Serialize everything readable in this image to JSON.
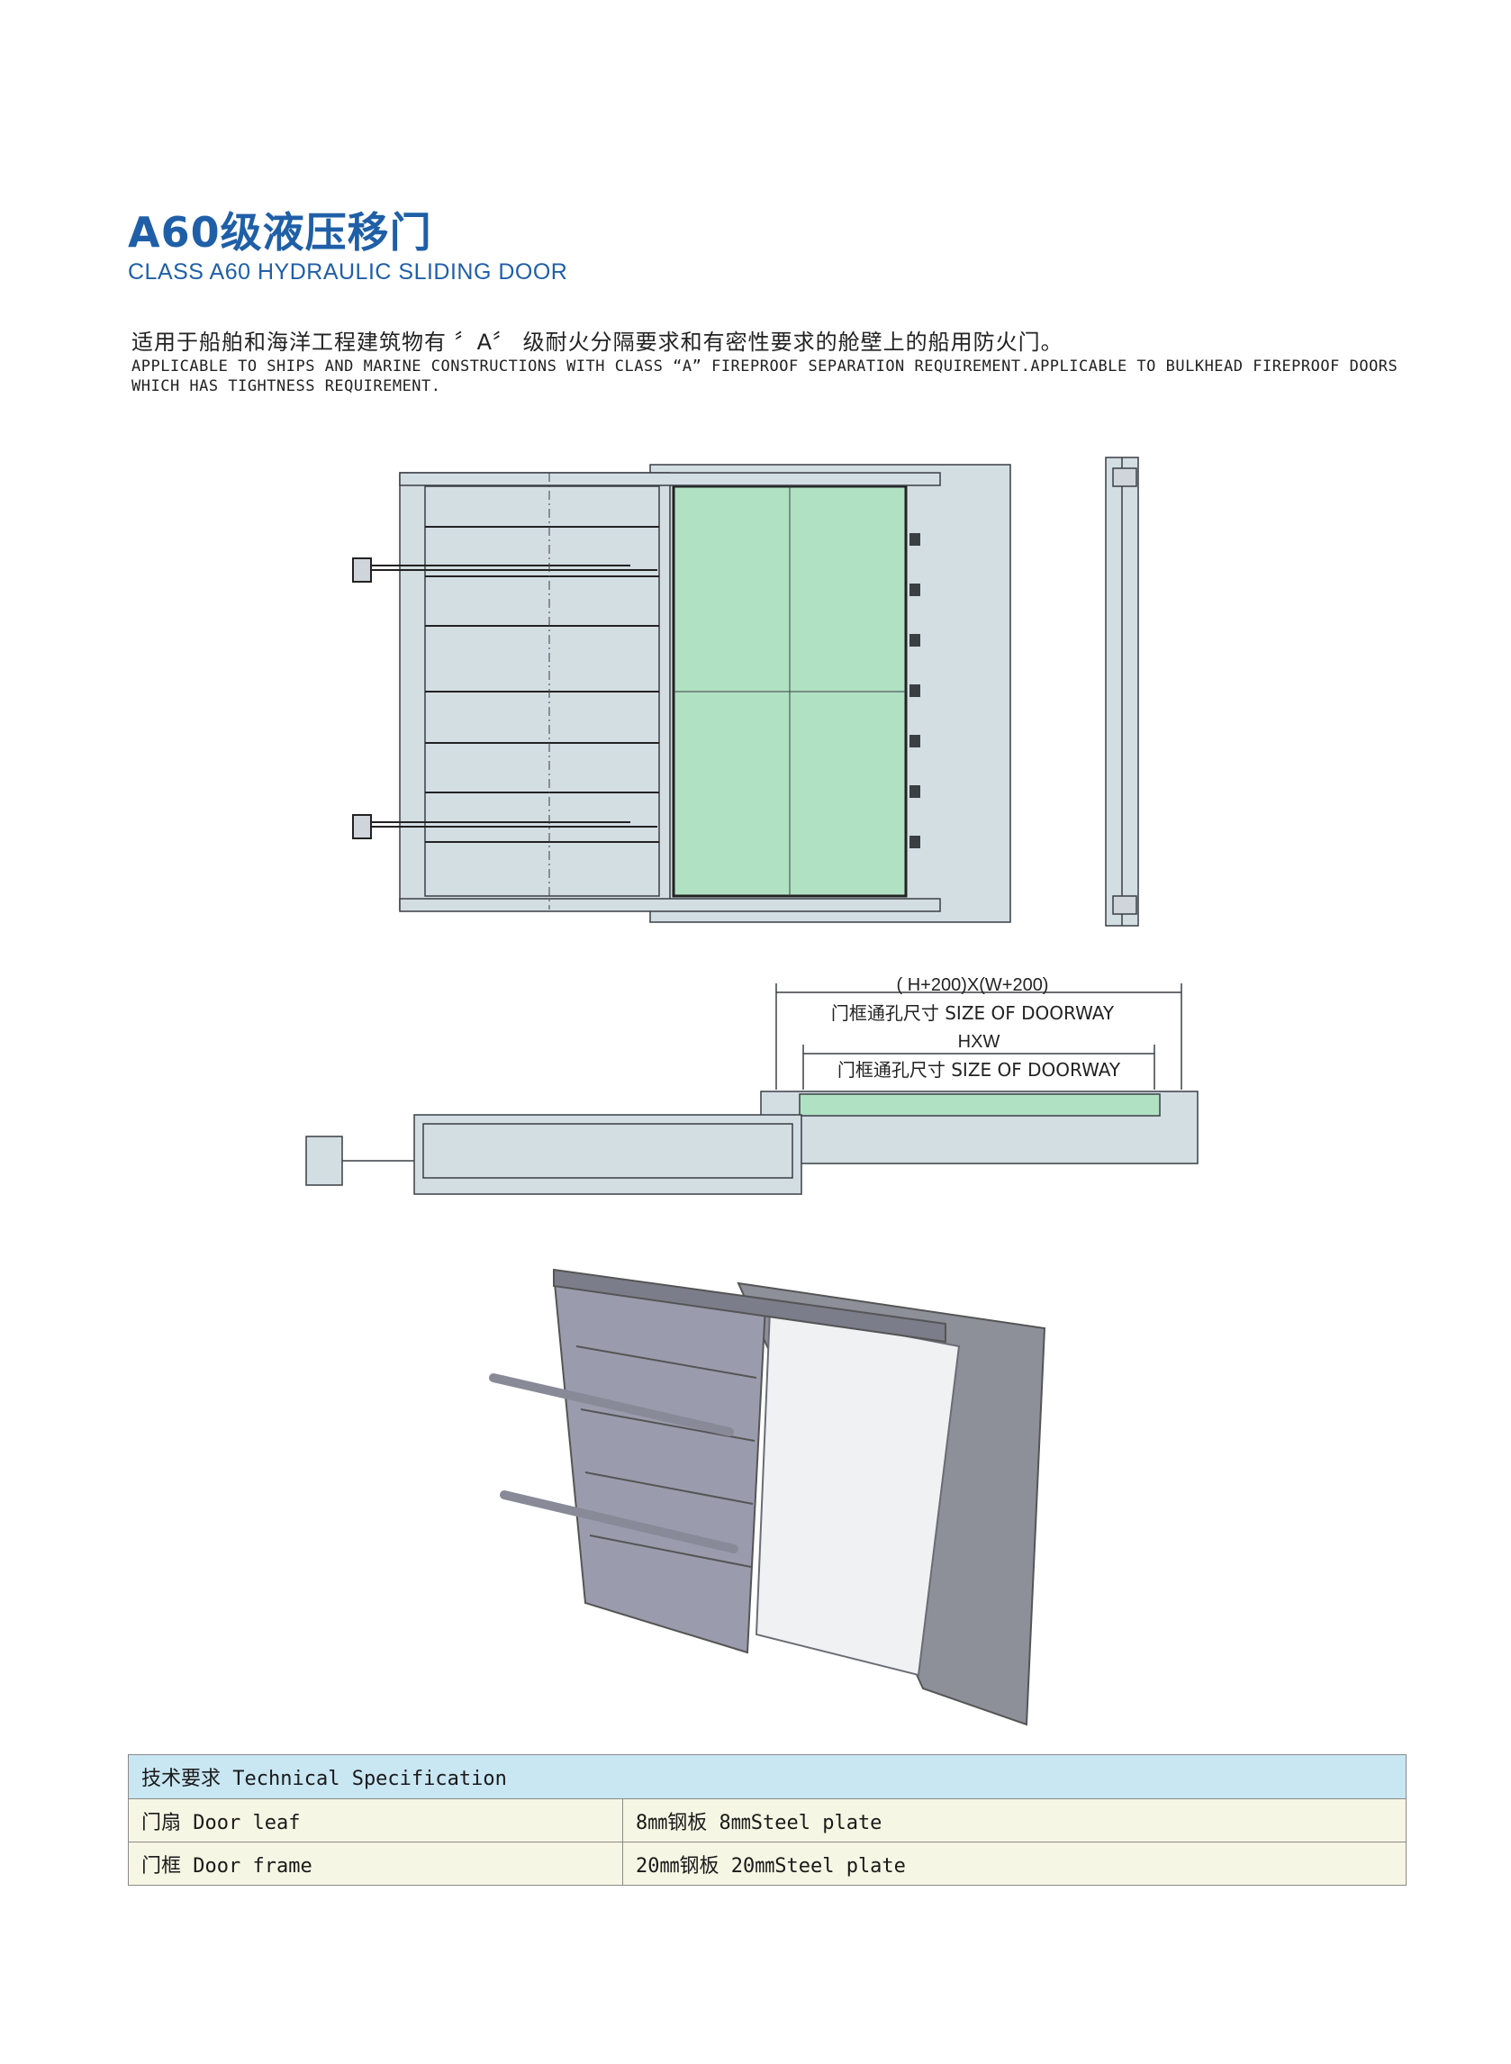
{
  "header": {
    "title_cn": "A60级液压移门",
    "title_en": "CLASS A60 HYDRAULIC SLIDING DOOR"
  },
  "description": {
    "cn": "适用于船舶和海洋工程建筑物有 〞A〞 级耐火分隔要求和有密性要求的舱壁上的船用防火门。",
    "en": "APPLICABLE TO SHIPS AND MARINE CONSTRUCTIONS WITH CLASS “A” FIREPROOF SEPARATION REQUIREMENT.APPLICABLE TO BULKHEAD FIREPROOF DOORS WHICH HAS TIGHTNESS REQUIREMENT."
  },
  "dimensions": {
    "outer": "( H+200)X(W+200)",
    "outer_label": "门框通孔尺寸 SIZE OF DOORWAY",
    "inner": "HXW",
    "inner_label": "门框通孔尺寸 SIZE OF DOORWAY"
  },
  "spec_table": {
    "header": "技术要求 Technical Specification",
    "rows": [
      {
        "item": "门扇 Door leaf",
        "value": "8㎜钢板 8㎜Steel plate"
      },
      {
        "item": "门框 Door frame",
        "value": "20㎜钢板 20㎜Steel plate"
      }
    ]
  },
  "colors": {
    "title_blue": "#1f5fa8",
    "drawing_fill": "#d3dee3",
    "glass_green": "#b1e1c3",
    "table_header": "#c9e6f3",
    "table_row": "#f6f6e4",
    "steel_grey": "#8d8f99"
  }
}
